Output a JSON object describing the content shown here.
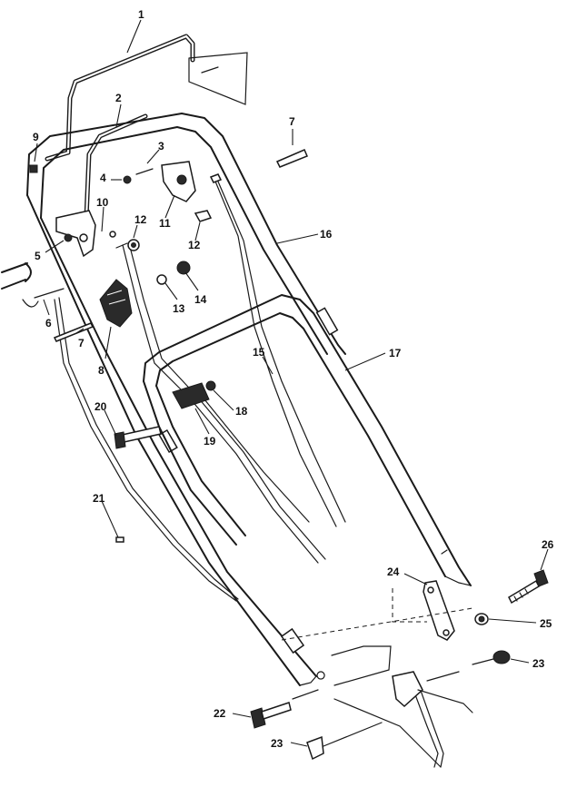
{
  "callouts": [
    {
      "id": "c1",
      "text": "1"
    },
    {
      "id": "c2",
      "text": "2"
    },
    {
      "id": "c3",
      "text": "3"
    },
    {
      "id": "c4",
      "text": "4"
    },
    {
      "id": "c5",
      "text": "5"
    },
    {
      "id": "c6",
      "text": "6"
    },
    {
      "id": "c7a",
      "text": "7"
    },
    {
      "id": "c7b",
      "text": "7"
    },
    {
      "id": "c8",
      "text": "8"
    },
    {
      "id": "c9",
      "text": "9"
    },
    {
      "id": "c10",
      "text": "10"
    },
    {
      "id": "c11",
      "text": "11"
    },
    {
      "id": "c12a",
      "text": "12"
    },
    {
      "id": "c12b",
      "text": "12"
    },
    {
      "id": "c13",
      "text": "13"
    },
    {
      "id": "c14",
      "text": "14"
    },
    {
      "id": "c15",
      "text": "15"
    },
    {
      "id": "c16",
      "text": "16"
    },
    {
      "id": "c17",
      "text": "17"
    },
    {
      "id": "c18",
      "text": "18"
    },
    {
      "id": "c19",
      "text": "19"
    },
    {
      "id": "c20",
      "text": "20"
    },
    {
      "id": "c21",
      "text": "21"
    },
    {
      "id": "c22",
      "text": "22"
    },
    {
      "id": "c23a",
      "text": "23"
    },
    {
      "id": "c23b",
      "text": "23"
    },
    {
      "id": "c24",
      "text": "24"
    },
    {
      "id": "c25",
      "text": "25"
    },
    {
      "id": "c26",
      "text": "26"
    }
  ]
}
